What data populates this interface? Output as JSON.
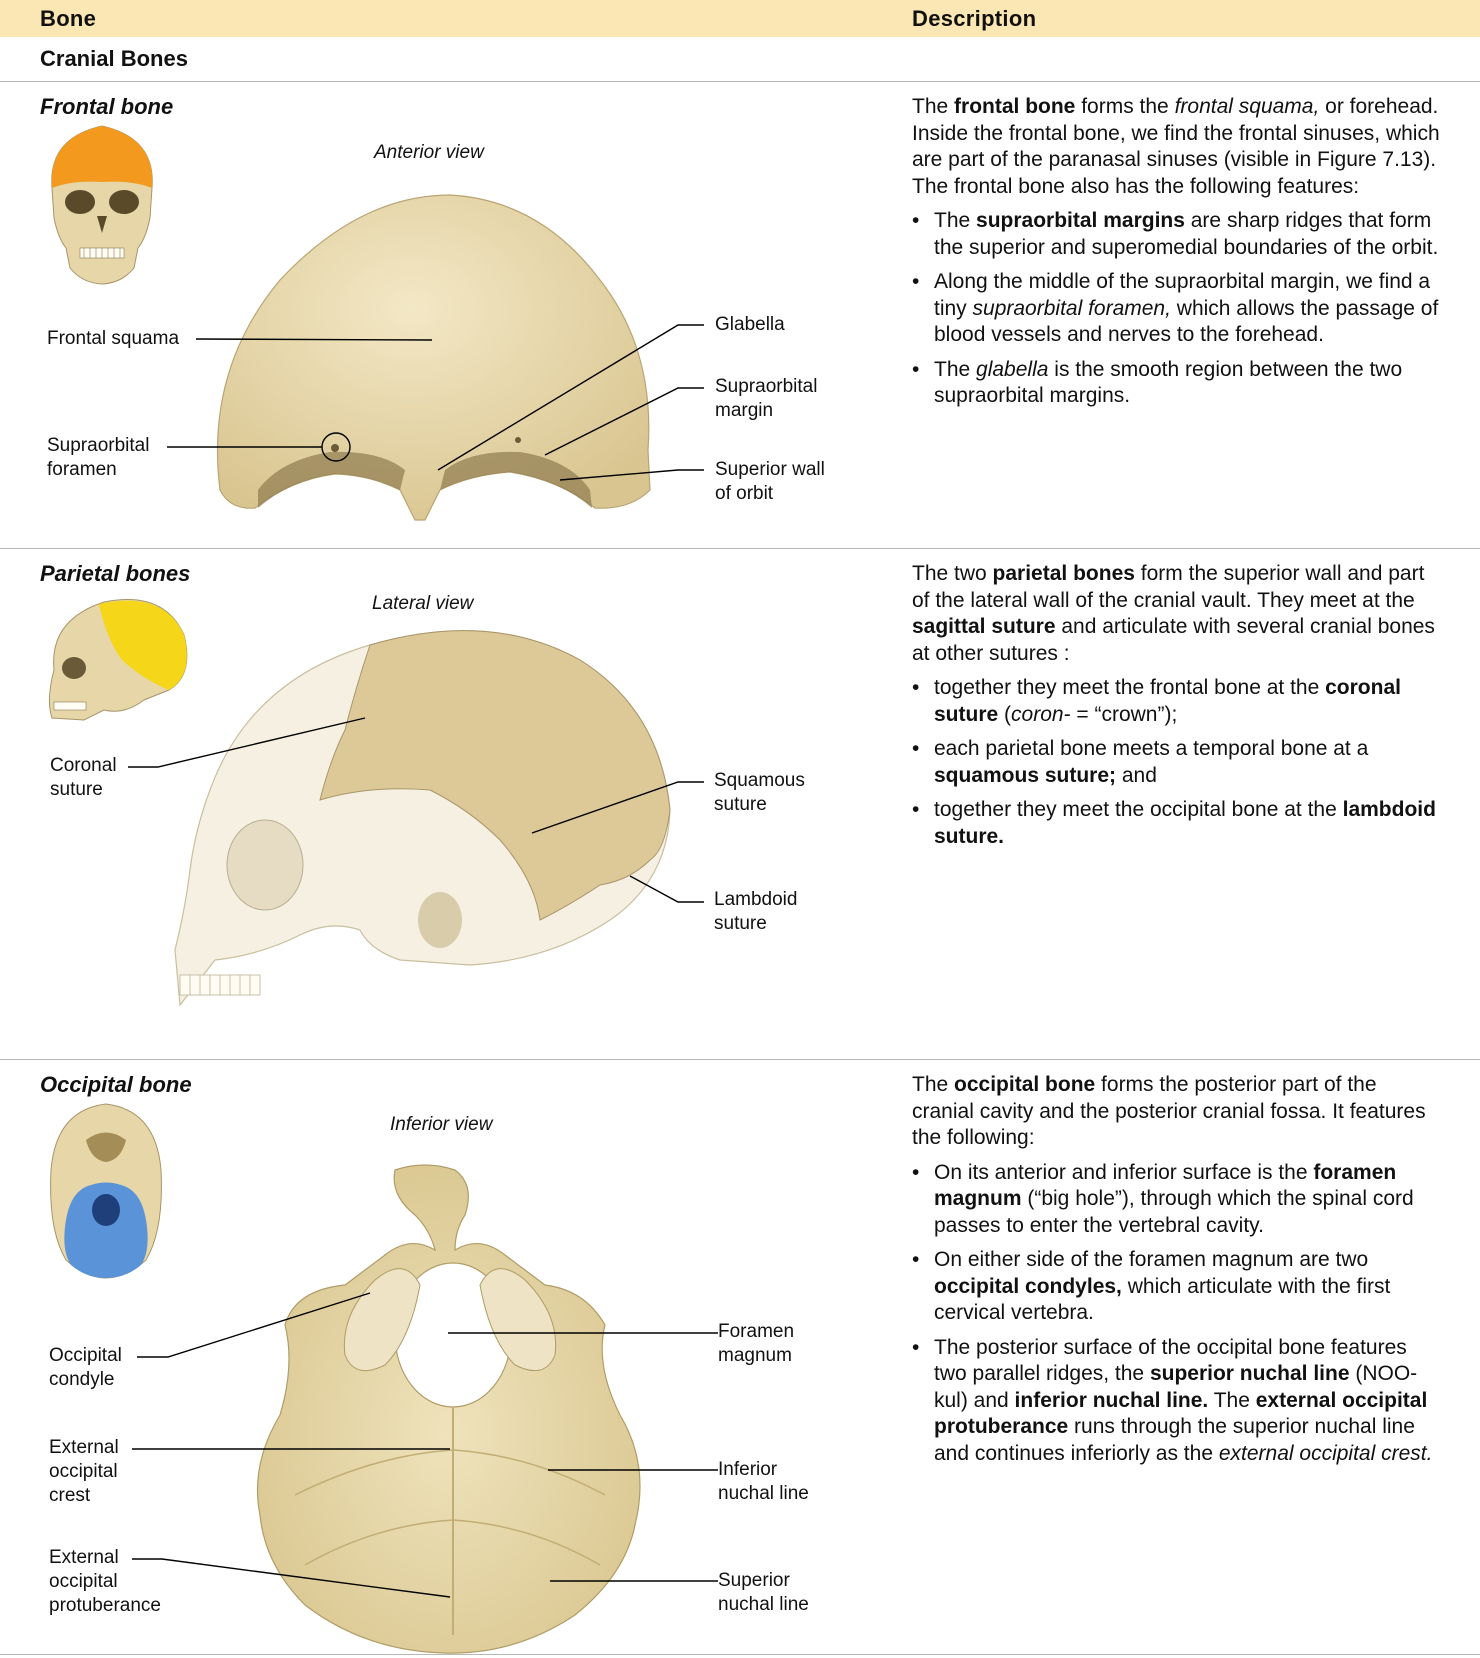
{
  "header": {
    "bone": "Bone",
    "description": "Description"
  },
  "section_title": "Cranial Bones",
  "frontal": {
    "name": "Frontal bone",
    "view": "Anterior view",
    "labels": {
      "frontal_squama": "Frontal squama",
      "supraorbital_foramen": "Supraorbital\nforamen",
      "glabella": "Glabella",
      "supraorbital_margin": "Supraorbital\nmargin",
      "superior_wall_orbit": "Superior wall\nof orbit"
    },
    "desc": {
      "p": [
        "The ",
        "frontal bone",
        " forms the ",
        "frontal squama,",
        " or forehead. Inside the frontal bone, we find the frontal sinuses, which are part of the paranasal sinuses (visible in Figure 7.13). The frontal bone also has the following features:"
      ],
      "b1": [
        "The ",
        "supraorbital margins",
        " are sharp ridges that form the superior and superomedial boundaries of the orbit."
      ],
      "b2": [
        "Along the middle of the supraorbital margin, we find a tiny ",
        "supraorbital foramen,",
        " which allows the passage of blood vessels and nerves to the forehead."
      ],
      "b3": [
        "The ",
        "glabella",
        " is the smooth region between the two supraorbital margins."
      ]
    }
  },
  "parietal": {
    "name": "Parietal bones",
    "view": "Lateral view",
    "labels": {
      "coronal": "Coronal\nsuture",
      "squamous": "Squamous\nsuture",
      "lambdoid": "Lambdoid\nsuture"
    },
    "desc": {
      "p": [
        "The two ",
        "parietal bones",
        " form the superior wall and part of the lateral wall of the cranial vault. They meet at the ",
        "sagittal suture",
        " and articulate with several cranial bones at other sutures :"
      ],
      "b1": [
        "together they meet the frontal bone at the ",
        "coronal suture",
        " (",
        "coron-",
        " = “crown”);"
      ],
      "b2": [
        "each parietal bone meets a temporal bone at a ",
        "squamous suture;",
        " and"
      ],
      "b3": [
        "together they meet the occipital bone at the ",
        "lambdoid suture."
      ]
    }
  },
  "occipital": {
    "name": "Occipital bone",
    "view": "Inferior view",
    "labels": {
      "condyle": "Occipital\ncondyle",
      "ext_crest": "External\noccipital\ncrest",
      "ext_protuberance": "External\noccipital\nprotuberance",
      "foramen": "Foramen\nmagnum",
      "inferior_nuchal": "Inferior\nnuchal line",
      "superior_nuchal": "Superior\nnuchal line"
    },
    "desc": {
      "p": [
        "The ",
        "occipital bone",
        " forms the posterior part of the cranial cavity and the posterior cranial fossa. It features the following:"
      ],
      "b1": [
        "On its anterior and inferior surface is the ",
        "foramen magnum",
        " (“big hole”), through which the spinal cord passes to enter the vertebral cavity."
      ],
      "b2": [
        "On either side of the foramen magnum are two ",
        "occipital condyles,",
        " which articulate with the first cervical vertebra."
      ],
      "b3": [
        "The posterior surface of the occipital bone features two parallel ridges, the ",
        "superior nuchal line",
        " (NOO-kul) and ",
        "inferior nuchal line.",
        " The ",
        "external occipital protuberance",
        " runs through the superior nuchal line and continues inferiorly as the ",
        "external occipital crest."
      ]
    }
  },
  "colors": {
    "header_bg": "#fbe7b3",
    "bone": "#e8d9ad",
    "frontal_highlight": "#f39a1e",
    "parietal_highlight": "#f5d619",
    "occipital_highlight": "#5a93d8"
  }
}
